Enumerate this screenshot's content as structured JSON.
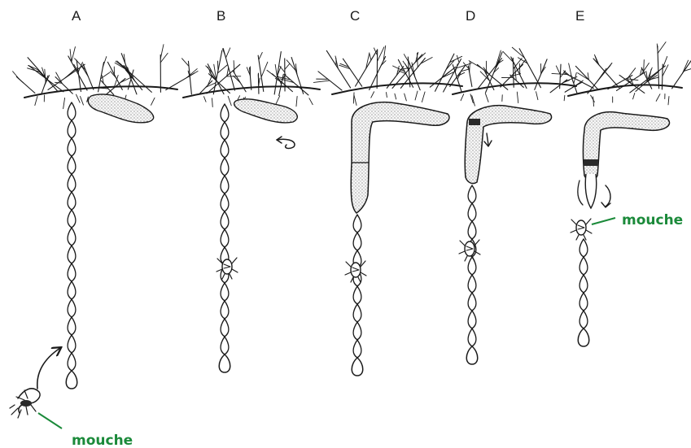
{
  "panels": [
    {
      "label": "A"
    },
    {
      "label": "B"
    },
    {
      "label": "C"
    },
    {
      "label": "D"
    },
    {
      "label": "E"
    }
  ],
  "annotations": [
    {
      "text": "mouche",
      "color": "#1b8a3a"
    },
    {
      "text": "mouche",
      "color": "#1b8a3a"
    }
  ],
  "colors": {
    "ink": "#1a1a1a",
    "annotation": "#1b8a3a",
    "background": "#ffffff"
  }
}
